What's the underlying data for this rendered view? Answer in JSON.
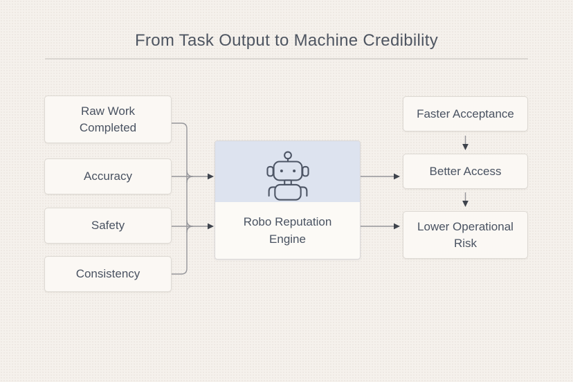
{
  "page": {
    "title": "From Task Output to Machine Credibility"
  },
  "colors": {
    "background": "#f5f1ec",
    "node_fill": "#fbf8f4",
    "node_border": "#ddd9d3",
    "node_text": "#495261",
    "title_text": "#4e5561",
    "engine_header_blue": "#dde3ef",
    "robot_stroke": "#4d5565",
    "connector_line": "#95959a",
    "arrowhead": "#3e434c"
  },
  "diagram": {
    "inputs": [
      {
        "label": "Raw Work Completed"
      },
      {
        "label": "Accuracy"
      },
      {
        "label": "Safety"
      },
      {
        "label": "Consistency"
      }
    ],
    "engine": {
      "name": "Robo Reputation Engine",
      "icon": "robot-icon"
    },
    "outcomes": [
      {
        "label": "Faster Acceptance"
      },
      {
        "label": "Better Access"
      },
      {
        "label": "Lower Operational Risk"
      }
    ]
  }
}
